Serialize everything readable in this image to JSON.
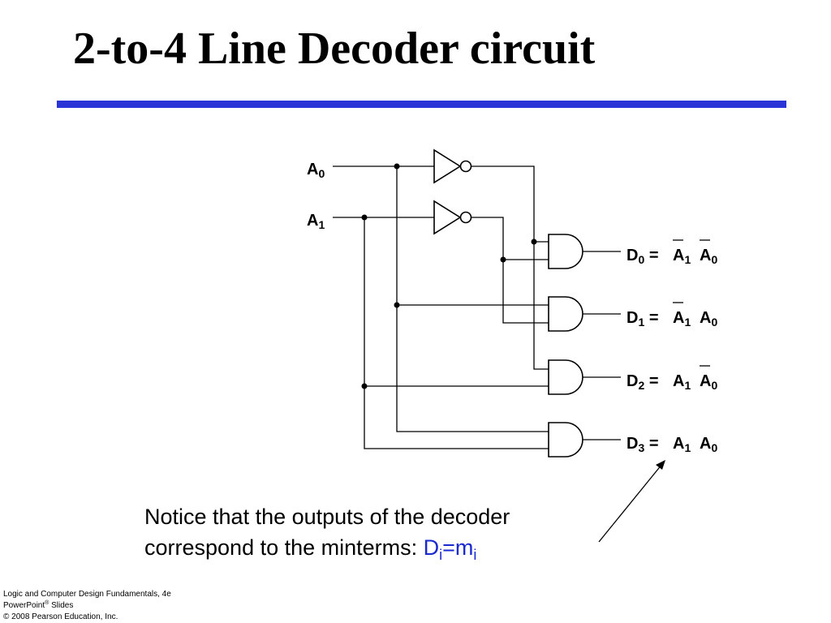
{
  "slide": {
    "title": "2-to-4 Line Decoder circuit",
    "rule_color": "#2b34d6"
  },
  "circuit": {
    "inputs": [
      {
        "name": "A",
        "sub": "0"
      },
      {
        "name": "A",
        "sub": "1"
      }
    ],
    "outputs": [
      {
        "name": "D",
        "sub": "0",
        "eq": "=",
        "terms": [
          {
            "name": "A",
            "sub": "1",
            "complement": true
          },
          {
            "name": "A",
            "sub": "0",
            "complement": true
          }
        ]
      },
      {
        "name": "D",
        "sub": "1",
        "eq": "=",
        "terms": [
          {
            "name": "A",
            "sub": "1",
            "complement": true
          },
          {
            "name": "A",
            "sub": "0",
            "complement": false
          }
        ]
      },
      {
        "name": "D",
        "sub": "2",
        "eq": "=",
        "terms": [
          {
            "name": "A",
            "sub": "1",
            "complement": false
          },
          {
            "name": "A",
            "sub": "0",
            "complement": true
          }
        ]
      },
      {
        "name": "D",
        "sub": "3",
        "eq": "=",
        "terms": [
          {
            "name": "A",
            "sub": "1",
            "complement": false
          },
          {
            "name": "A",
            "sub": "0",
            "complement": false
          }
        ]
      }
    ]
  },
  "note": {
    "line1": "Notice that the outputs of the decoder",
    "line2": "correspond to the minterms: ",
    "formula_d": "D",
    "formula_i1": "i",
    "formula_eq": "=m",
    "formula_i2": "i"
  },
  "footer": {
    "line1": "Logic and Computer Design Fundamentals, 4e",
    "line2_a": "PowerPoint",
    "line2_sup": "®",
    "line2_b": " Slides",
    "line3": "© 2008 Pearson Education, Inc."
  }
}
